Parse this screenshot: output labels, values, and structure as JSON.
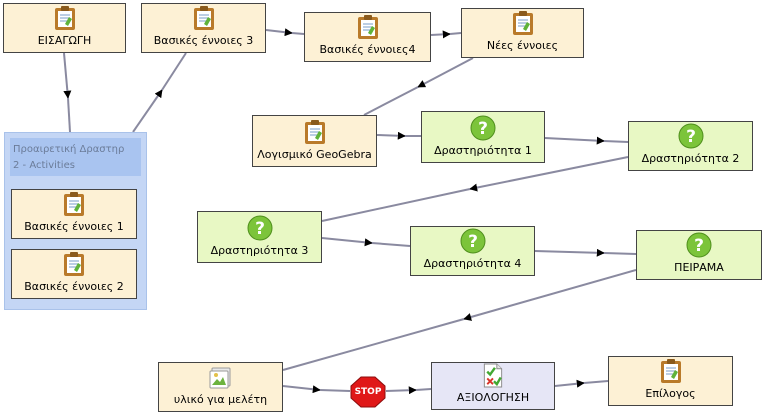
{
  "nodes": {
    "eisagogi": "ΕΙΣΑΓΩΓΗ",
    "vasikes3": "Βασικές έννοιες 3",
    "vasikes4": "Βασικές έννοιες4",
    "nees": "Νέες έννοιες",
    "geogebra": "Λογισμικό GeoGebra",
    "drast1": "Δραστηριότητα 1",
    "drast2": "Δραστηριότητα 2",
    "drast3": "Δραστηριότητα 3",
    "drast4": "Δραστηριότητα 4",
    "peirama": "ΠΕΙΡΑΜΑ",
    "yliko": "υλικό για μελέτη",
    "axiologisi": "ΑΞΙΟΛΟΓΗΣΗ",
    "epilogos": "Επίλογος"
  },
  "group": {
    "title": "Προαιρετική Δραστηρ",
    "subtitle": "2 - Activities",
    "items": [
      "Βασικές έννοιες 1",
      "Βασικές έννοιες 2"
    ]
  },
  "stop": {
    "label": "STOP",
    "color": "#e01818"
  },
  "colors": {
    "doc_fill": "#fdf1d5",
    "quiz_fill": "#e8f8c4",
    "assess_fill": "#e6e6f6",
    "group_fill": "#c4d6f5",
    "edge": "#8a8aa0",
    "quiz_icon": "#7cc43a"
  }
}
